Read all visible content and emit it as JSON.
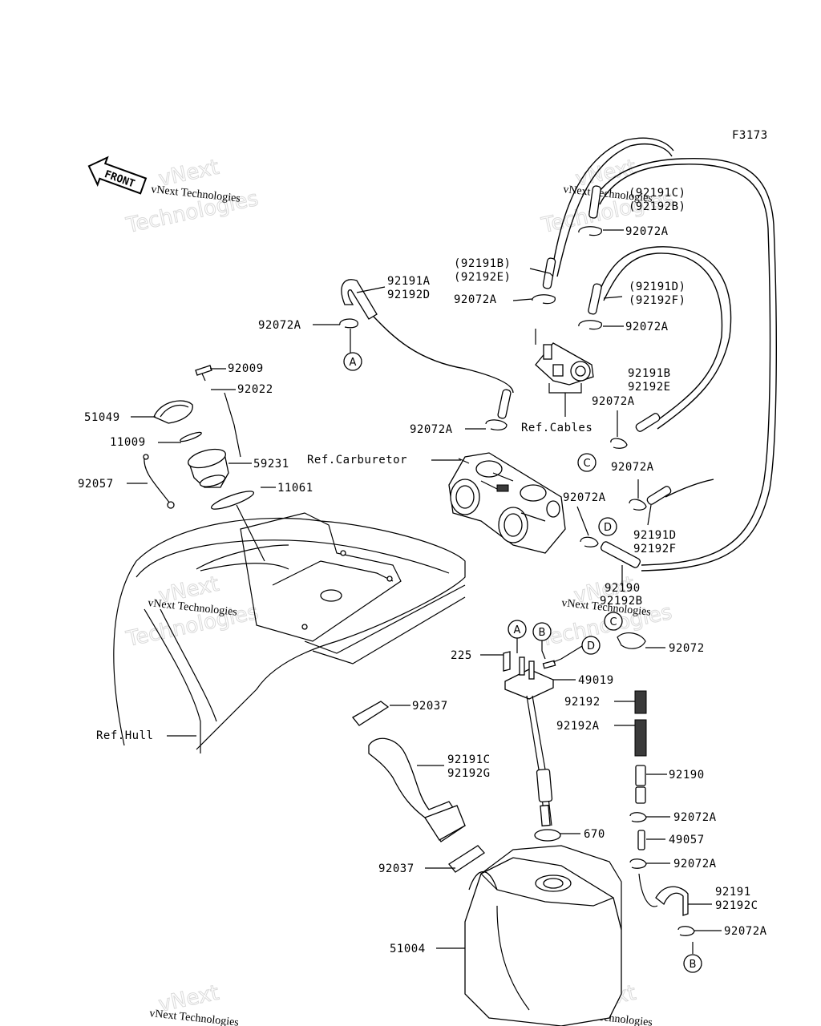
{
  "figure_code": "F3173",
  "front_arrow_label": "FRONT",
  "watermark": {
    "company": "vNext",
    "text": "vNext Technologies",
    "text_large": "Technologies"
  },
  "labels": {
    "92191C_92192B": [
      "(92191C)",
      "(92192B)"
    ],
    "92072A_top": "92072A",
    "92191B_92192E_paren": [
      "(92191B)",
      "(92192E)"
    ],
    "92191A_92192D": [
      "92191A",
      "92192D"
    ],
    "92072A_mid_left": "92072A",
    "92072A_left": "92072A",
    "92191D_92192F_paren": [
      "(92191D)",
      "(92192F)"
    ],
    "92072A_right_mid": "92072A",
    "92009": "92009",
    "92022": "92022",
    "51049": "51049",
    "92191B_92192E": [
      "92191B",
      "92192E"
    ],
    "92072A_over_c": "92072A",
    "92072A_cables": "92072A",
    "ref_cables": "Ref.Cables",
    "11009": "11009",
    "ref_carburetor": "Ref.Carburetor",
    "59231": "59231",
    "92057": "92057",
    "11061": "11061",
    "92072A_over_d": "92072A",
    "92072A_carb_right": "92072A",
    "92191D_92192F": [
      "92191D",
      "92192F"
    ],
    "92190_92192B": [
      "92190",
      "92192B"
    ],
    "225": "225",
    "92072": "92072",
    "49019": "49019",
    "92192": "92192",
    "92192A": "92192A",
    "92037_top": "92037",
    "ref_hull": "Ref.Hull",
    "92191C_92192G": [
      "92191C",
      "92192G"
    ],
    "92190": "92190",
    "92072A_lower1": "92072A",
    "670": "670",
    "49057": "49057",
    "92072A_lower2": "92072A",
    "92037_bottom": "92037",
    "92191_92192C": [
      "92191",
      "92192C"
    ],
    "92072A_bottom": "92072A",
    "51004": "51004"
  },
  "connectors": {
    "A": "A",
    "B": "B",
    "C": "C",
    "D": "D"
  }
}
